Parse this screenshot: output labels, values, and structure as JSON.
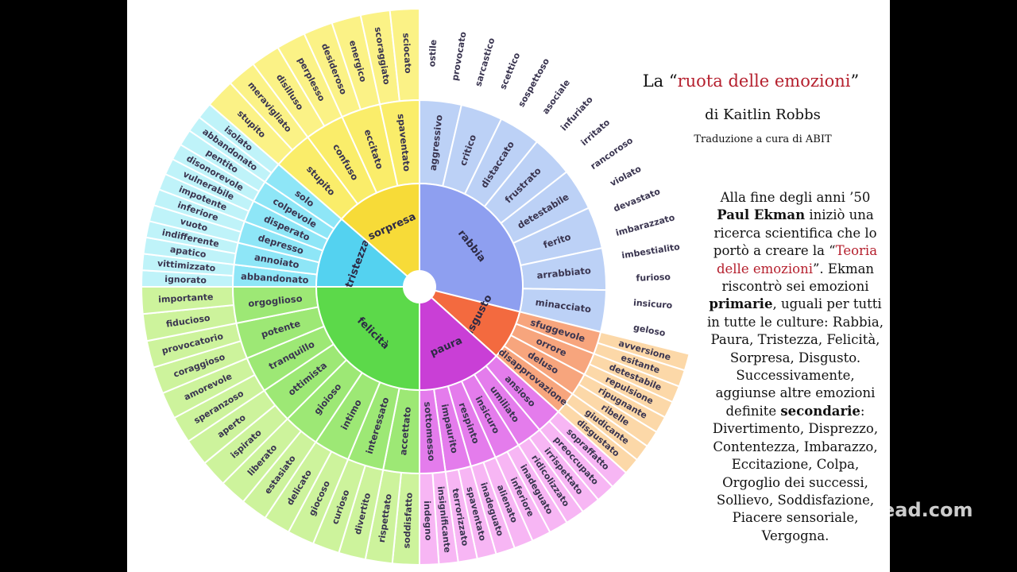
{
  "title": {
    "prefix": "La “",
    "highlight": "ruota delle emozioni",
    "suffix": "”"
  },
  "author": "di Kaitlin Robbs",
  "translation": "Traduzione a cura di ABIT",
  "description": {
    "p1": "Alla fine degli anni ’50",
    "ekman": "Paul Ekman",
    "p2": " iniziò una ricerca scientifica che lo portò a creare la “",
    "theory": "Teoria delle emozioni",
    "p3": "”. Ekman riscontrò sei emozioni ",
    "primary": "primarie",
    "p4": ", uguali per tutti in tutte le culture: Rabbia, Paura, Tristezza, Felicità, Sorpresa, Disgusto. Successivamente, aggiunse altre emozioni definite ",
    "secondary": "secondarie",
    "p5": ": Divertimento, Disprezzo, Contentezza, Imbarazzo, Eccitazione, Colpa, Orgoglio dei successi, Sollievo, Soddisfazione, Piacere sensoriale, Vergogna."
  },
  "watermark": "ead.com",
  "wheel": [
    {
      "core": "rabbia",
      "core_color": "#8e9ff0",
      "mid_color": "#bcd1f6",
      "outer_color": "#ffffff",
      "mid": [
        "aggressivo",
        "critico",
        "distaccato",
        "frustrato",
        "detestabile",
        "ferito",
        "arrabbiato",
        "minacciato"
      ],
      "outer": [
        "ostile",
        "provocato",
        "sarcastico",
        "scettico",
        "sospettoso",
        "asociale",
        "infuriato",
        "irritato",
        "rancoroso",
        "violato",
        "devastato",
        "imbarazzato",
        "imbestialito",
        "furioso",
        "insicuro",
        "geloso"
      ]
    },
    {
      "core": "disgusto",
      "core_color": "#f36a3f",
      "mid_color": "#f7a57d",
      "outer_color": "#fcd8a8",
      "mid": [
        "sfuggevole",
        "orrore",
        "deluso",
        "disapprovazione"
      ],
      "outer": [
        "avversione",
        "esitante",
        "detestabile",
        "repulsione",
        "ripugnante",
        "ribelle",
        "giudicante",
        "disgustato"
      ]
    },
    {
      "core": "paura",
      "core_color": "#c93fd6",
      "mid_color": "#e47cec",
      "outer_color": "#f7b6f4",
      "mid": [
        "ansioso",
        "umiliato",
        "insicuro",
        "respinto",
        "impaurito",
        "sottomesso"
      ],
      "outer": [
        "sopraffatto",
        "preoccupato",
        "irrispettato",
        "ridicolizzato",
        "inadeguato",
        "inferiore",
        "alienato",
        "inadeguato",
        "spaventato",
        "terrorizzato",
        "insignificante",
        "indegno"
      ]
    },
    {
      "core": "felicità",
      "core_color": "#5cd94a",
      "mid_color": "#9de875",
      "outer_color": "#cdf39c",
      "mid": [
        "accettato",
        "interessato",
        "intimo",
        "gioioso",
        "ottimista",
        "tranquillo",
        "potente",
        "orgoglioso"
      ],
      "outer": [
        "soddisfatto",
        "rispettato",
        "divertito",
        "curioso",
        "giocoso",
        "delicato",
        "estasiato",
        "liberato",
        "ispirato",
        "aperto",
        "speranzoso",
        "amorevole",
        "coraggioso",
        "provocatorio",
        "fiducioso",
        "importante"
      ]
    },
    {
      "core": "tristezza",
      "core_color": "#54d2f0",
      "mid_color": "#8ee6f7",
      "outer_color": "#bff3f9",
      "mid": [
        "abbandonato",
        "annoiato",
        "depresso",
        "disperato",
        "colpevole",
        "solo"
      ],
      "outer": [
        "ignorato",
        "vittimizzato",
        "apatico",
        "indifferente",
        "vuoto",
        "inferiore",
        "impotente",
        "vulnerabile",
        "disonorevole",
        "pentito",
        "abbandonato",
        "isolato"
      ]
    },
    {
      "core": "sorpresa",
      "core_color": "#f7db38",
      "mid_color": "#faed6a",
      "outer_color": "#fbf286",
      "mid": [
        "stupito",
        "confuso",
        "eccitato",
        "spaventato"
      ],
      "outer": [
        "stupito",
        "meravigliato",
        "disilluso",
        "perplesso",
        "desideroso",
        "energico",
        "scoraggiato",
        "sciocato"
      ]
    }
  ]
}
